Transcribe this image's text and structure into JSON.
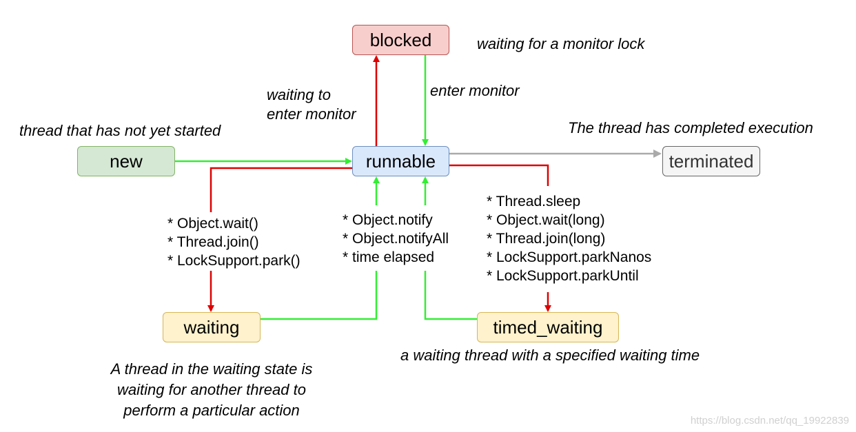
{
  "states": {
    "blocked": "blocked",
    "new": "new",
    "runnable": "runnable",
    "terminated": "terminated",
    "waiting": "waiting",
    "timed_waiting": "timed_waiting"
  },
  "descriptions": {
    "blocked": "waiting for a monitor lock",
    "new": "thread that has not yet started",
    "terminated": "The thread has completed execution",
    "waiting": [
      "A thread in the waiting state is",
      "waiting for another thread to",
      "perform a particular action"
    ],
    "timed_waiting": "a waiting thread with a specified waiting time"
  },
  "transitions": {
    "to_blocked": [
      "waiting to",
      "enter monitor"
    ],
    "from_blocked": "enter monitor",
    "to_waiting": [
      "* Object.wait()",
      "* Thread.join()",
      "* LockSupport.park()"
    ],
    "to_runnable": [
      "* Object.notify",
      "* Object.notifyAll",
      "* time elapsed"
    ],
    "to_timed_waiting": [
      "* Thread.sleep",
      "* Object.wait(long)",
      "* Thread.join(long)",
      "* LockSupport.parkNanos",
      "* LockSupport.parkUntil"
    ]
  },
  "colors": {
    "red_arrow": "#dd0000",
    "green_arrow": "#33ee33",
    "gray_arrow": "#aaaaaa"
  },
  "watermark": "https://blog.csdn.net/qq_19922839"
}
